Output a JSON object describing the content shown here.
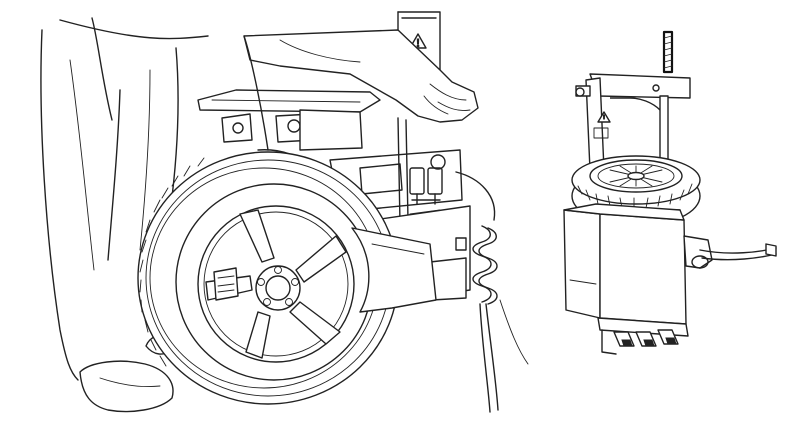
{
  "figure": {
    "ink_color": "#222222",
    "background_color": "#ffffff",
    "warning_glyph": "⚠",
    "icons": [
      "warning-triangle-icon"
    ]
  },
  "scene_left": {
    "subject": "operator-mounting-wheel",
    "wheel_spokes": 5,
    "lug_nuts": 5
  },
  "scene_right": {
    "subject": "tire-changer-with-wheel",
    "pedals": 3
  }
}
